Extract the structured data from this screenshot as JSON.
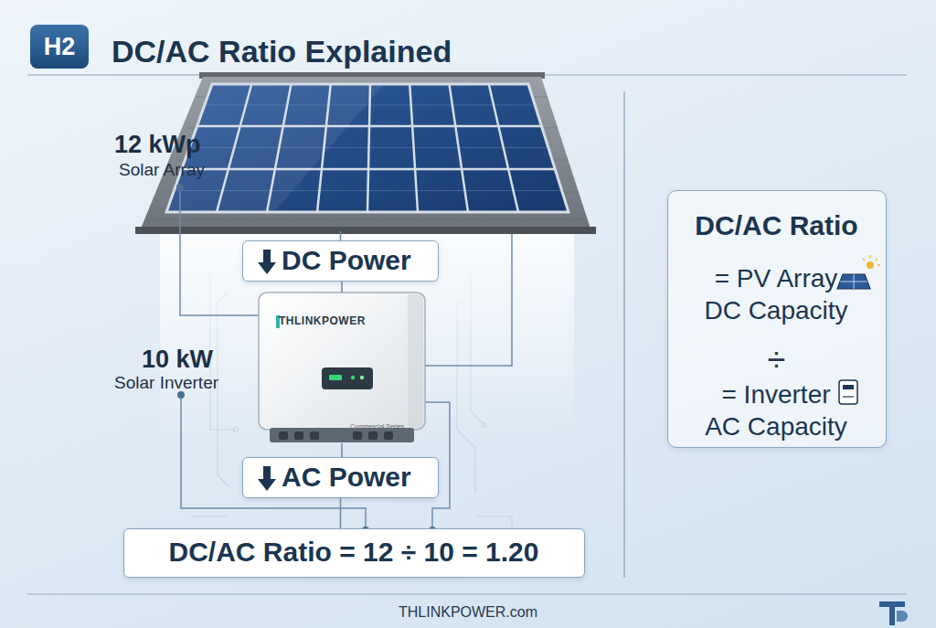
{
  "diagram": {
    "title": "DC/AC Ratio Explained",
    "nodes": [
      {
        "text": [
          "H2"
        ]
      },
      {
        "text": [
          "12 kWp",
          "Solar Array"
        ]
      },
      {
        "text": [
          "DC Power"
        ]
      },
      {
        "text": [
          "10 kW",
          "Solar Inverter",
          "THLINKPOWER",
          "Commercial Series"
        ]
      },
      {
        "text": [
          "AC Power"
        ]
      },
      {
        "text": [
          "DC/AC Ratio = 12 ÷ 10 = 1.20"
        ]
      },
      {
        "text": [
          "DC/AC Ratio",
          "= PV Array DC Capacity",
          "÷",
          "= Inverter AC Capacity"
        ]
      }
    ],
    "edges": [
      {
        "from": 1,
        "to": 2,
        "arrow": "none"
      },
      {
        "from": 2,
        "to": 3,
        "arrow": "none"
      },
      {
        "from": 3,
        "to": 4,
        "arrow": "none"
      },
      {
        "from": 4,
        "to": 5,
        "arrow": "none"
      }
    ],
    "labels": [
      "THLINKPOWER.com"
    ]
  }
}
